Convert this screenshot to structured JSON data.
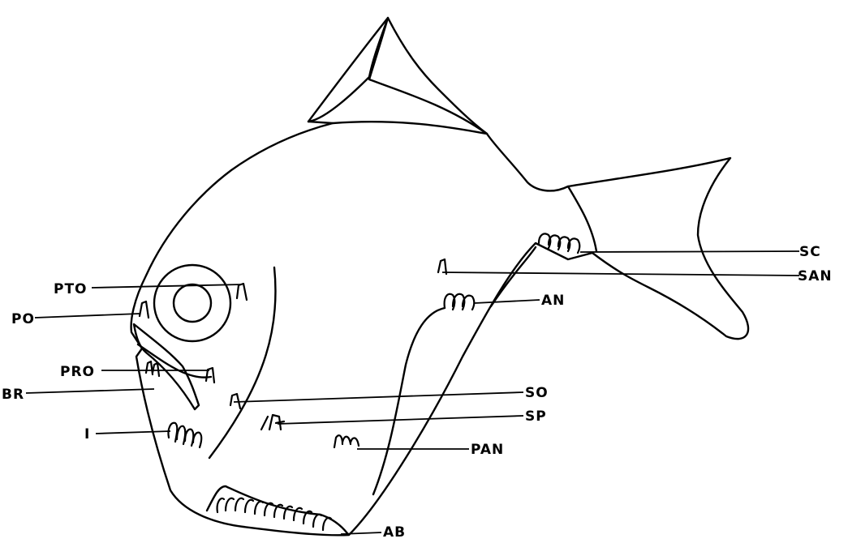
{
  "labels": {
    "sc": "SC",
    "san": "SAN",
    "an": "AN",
    "pto": "PTO",
    "po": "PO",
    "pro": "PRO",
    "br": "BR",
    "so": "SO",
    "sp": "SP",
    "i": "I",
    "pan": "PAN",
    "ab": "AB"
  }
}
